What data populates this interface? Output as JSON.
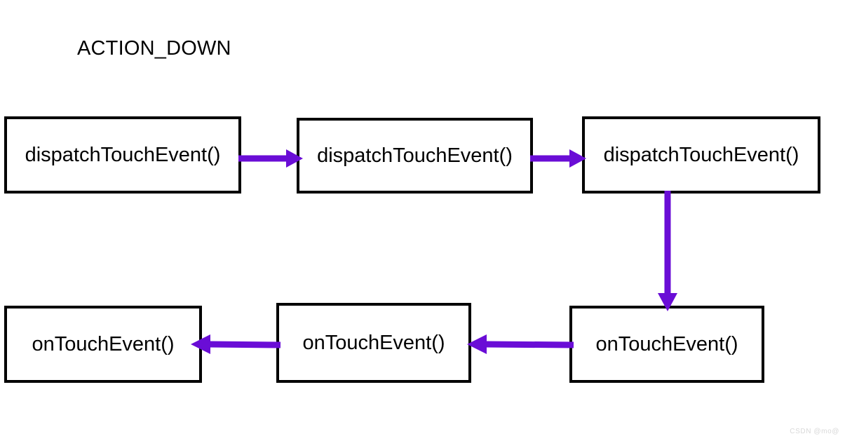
{
  "diagram": {
    "title": "ACTION_DOWN",
    "background_color": "#ffffff",
    "box_border_color": "#000000",
    "arrow_color": "#6a0dd6",
    "text_color": "#000000",
    "nodes": [
      {
        "id": "dispatch-1",
        "label": "dispatchTouchEvent()",
        "row": "top",
        "column": 1
      },
      {
        "id": "dispatch-2",
        "label": "dispatchTouchEvent()",
        "row": "top",
        "column": 2
      },
      {
        "id": "dispatch-3",
        "label": "dispatchTouchEvent()",
        "row": "top",
        "column": 3
      },
      {
        "id": "ontouch-left",
        "label": "onTouchEvent()",
        "row": "bottom",
        "column": 1
      },
      {
        "id": "ontouch-middle",
        "label": "onTouchEvent()",
        "row": "bottom",
        "column": 2
      },
      {
        "id": "ontouch-right",
        "label": "onTouchEvent()",
        "row": "bottom",
        "column": 3
      }
    ],
    "edges": [
      {
        "id": "edge-1",
        "from": "dispatch-1",
        "to": "dispatch-2",
        "direction": "right"
      },
      {
        "id": "edge-2",
        "from": "dispatch-2",
        "to": "dispatch-3",
        "direction": "right"
      },
      {
        "id": "edge-3",
        "from": "dispatch-3",
        "to": "ontouch-right",
        "direction": "down"
      },
      {
        "id": "edge-4",
        "from": "ontouch-right",
        "to": "ontouch-middle",
        "direction": "left"
      },
      {
        "id": "edge-5",
        "from": "ontouch-middle",
        "to": "ontouch-left",
        "direction": "left"
      }
    ]
  },
  "watermark": {
    "text": "CSDN @mo@"
  }
}
